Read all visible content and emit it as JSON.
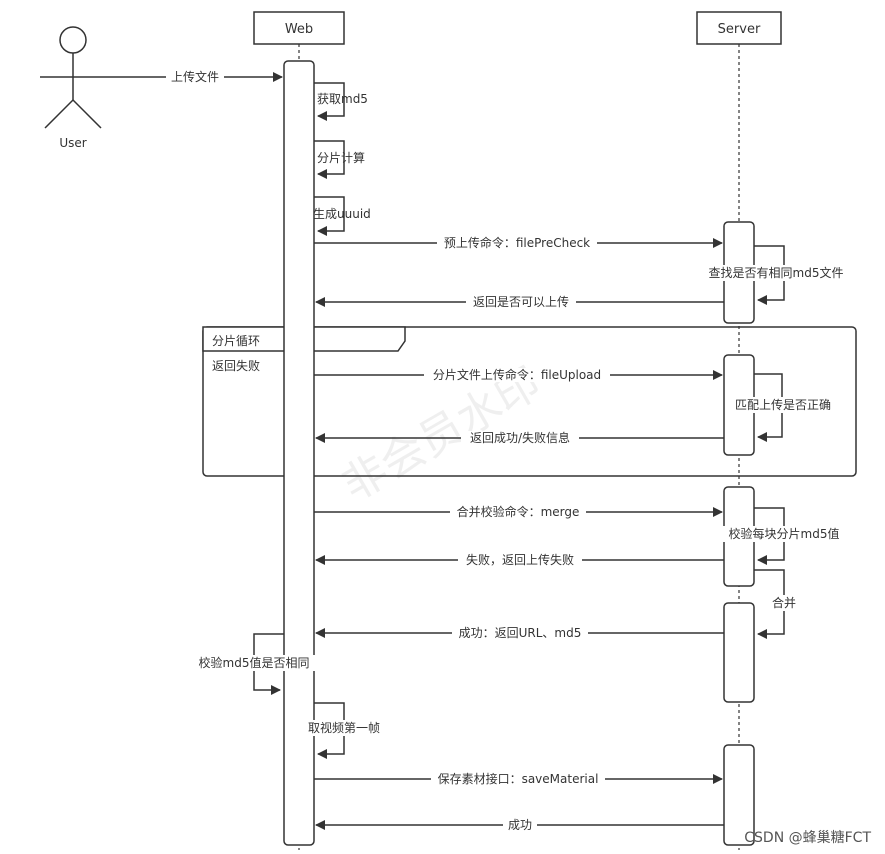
{
  "actor": {
    "label": "User"
  },
  "participants": {
    "web": "Web",
    "server": "Server"
  },
  "messages": {
    "m01": "上传文件",
    "m02": "获取md5",
    "m03": "分片计算",
    "m04": "生成uuuid",
    "m05": "预上传命令：filePreCheck",
    "m06": "查找是否有相同md5文件",
    "m07": "返回是否可以上传",
    "m08": "分片文件上传命令：fileUpload",
    "m09": "匹配上传是否正确",
    "m10": "返回成功/失败信息",
    "m11": "合并校验命令：merge",
    "m12": "校验每块分片md5值",
    "m13": "失败，返回上传失败",
    "m14": "合并",
    "m15": "成功：返回URL、md5",
    "m16": "校验md5值是否相同",
    "m17": "取视频第一帧",
    "m18": "保存素材接口：saveMaterial",
    "m19": "成功"
  },
  "loop": {
    "title": "分片循环",
    "guard": "返回失败"
  },
  "watermark": "非会员水印",
  "credit": "CSDN @蜂巢糖FCT"
}
